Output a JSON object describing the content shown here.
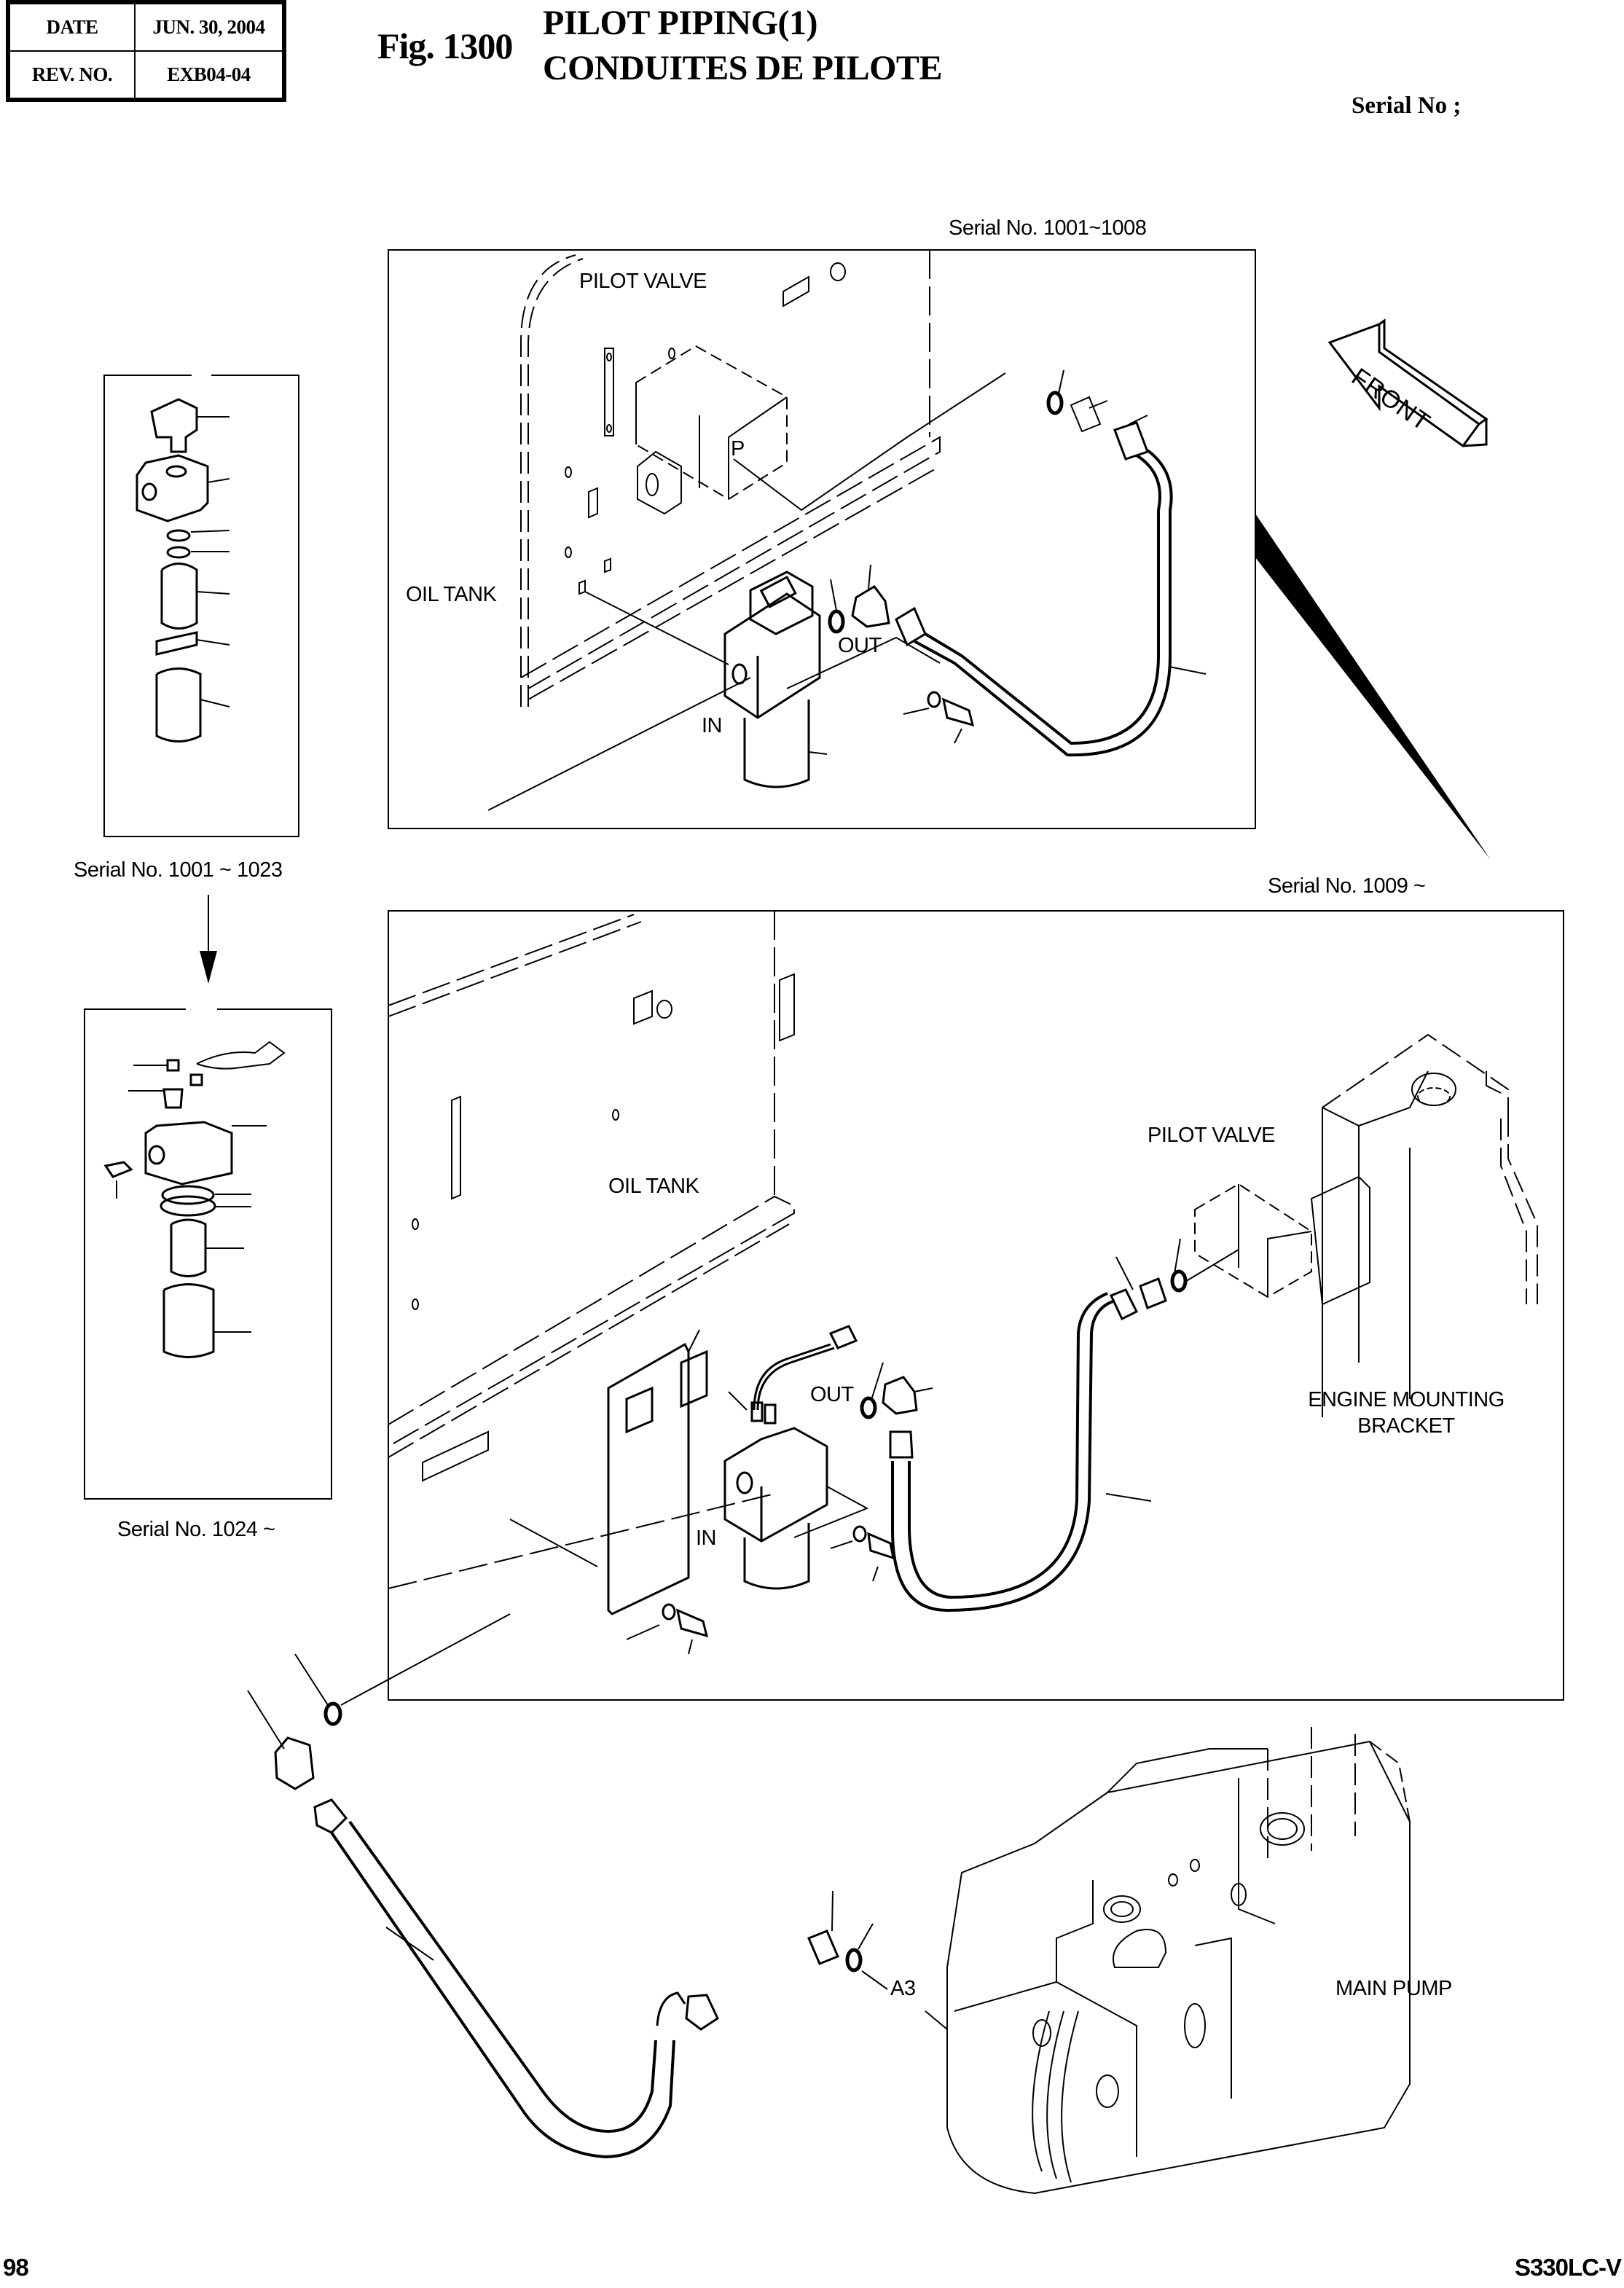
{
  "header": {
    "date_label": "DATE",
    "date_value": "JUN. 30, 2004",
    "rev_label": "REV. NO.",
    "rev_value": "EXB04-04",
    "figure_number": "Fig. 1300",
    "title_en": "PILOT PIPING(1)",
    "title_fr": "CONDUITES DE PILOTE",
    "serial_heading": "Serial No ;"
  },
  "top_panel": {
    "serial_label": "Serial No.  1001~1008",
    "labels": {
      "pilot_valve": "PILOT VALVE",
      "port_p": "P",
      "oil_tank": "OIL TANK",
      "out": "OUT",
      "in": "IN"
    }
  },
  "front_arrow": {
    "text": "FRONT"
  },
  "left_panels": {
    "upper_serial": "Serial No. 1001 ~ 1023",
    "lower_serial": "Serial No. 1024 ~"
  },
  "bottom_panel": {
    "serial_label": "Serial No.  1009 ~",
    "labels": {
      "pilot_valve": "PILOT VALVE",
      "oil_tank": "OIL TANK",
      "out": "OUT",
      "in": "IN",
      "engine_bracket_line1": "ENGINE MOUNTING",
      "engine_bracket_line2": "BRACKET"
    }
  },
  "pump_area": {
    "port_label": "A3",
    "main_pump": "MAIN PUMP"
  },
  "footer": {
    "page_number": "98",
    "model": "S330LC-V"
  }
}
